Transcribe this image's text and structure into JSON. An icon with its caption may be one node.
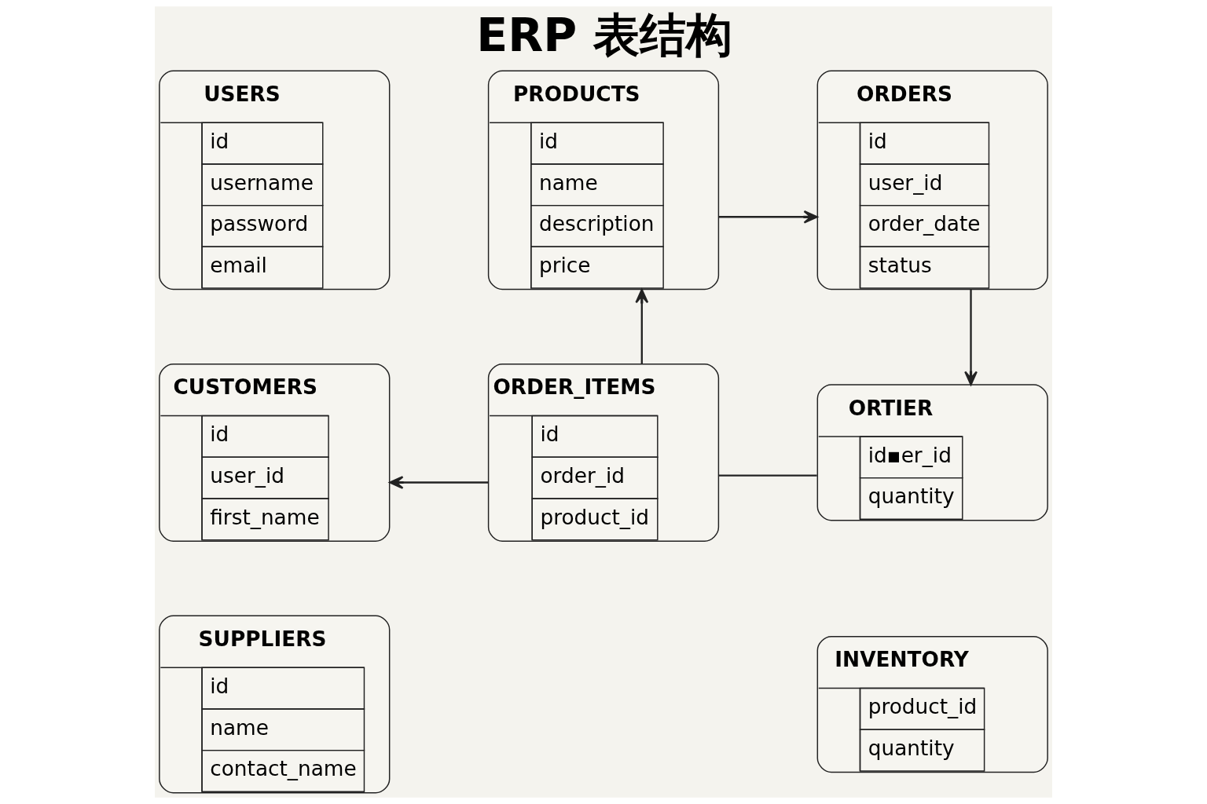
{
  "diagram": {
    "title": "ERP 表结构",
    "nodes": [
      {
        "text": [
          "USERS",
          "id",
          "username",
          "password",
          "email"
        ]
      },
      {
        "text": [
          "PRODUCTS",
          "id",
          "name",
          "description",
          "price"
        ]
      },
      {
        "text": [
          "ORDERS",
          "id",
          "user_id",
          "order_date",
          "status"
        ]
      },
      {
        "text": [
          "CUSTOMERS",
          "id",
          "user_id",
          "first_name"
        ]
      },
      {
        "text": [
          "ORDER_ITEMS",
          "id",
          "order_id",
          "product_id"
        ]
      },
      {
        "text": [
          "ORTIER",
          "id▪er_id",
          "quantity"
        ]
      },
      {
        "text": [
          "SUPPLIERS",
          "id",
          "name",
          "contact_name"
        ]
      },
      {
        "text": [
          "INVENTORY",
          "product_id",
          "quantity"
        ]
      }
    ],
    "edges": [
      {
        "from": 1,
        "to": 2,
        "arrow": "to"
      },
      {
        "from": 4,
        "to": 1,
        "arrow": "to"
      },
      {
        "from": 2,
        "to": 5,
        "arrow": "to"
      },
      {
        "from": 4,
        "to": 3,
        "arrow": "to"
      },
      {
        "from": 4,
        "to": 5,
        "arrow": "none"
      }
    ]
  }
}
